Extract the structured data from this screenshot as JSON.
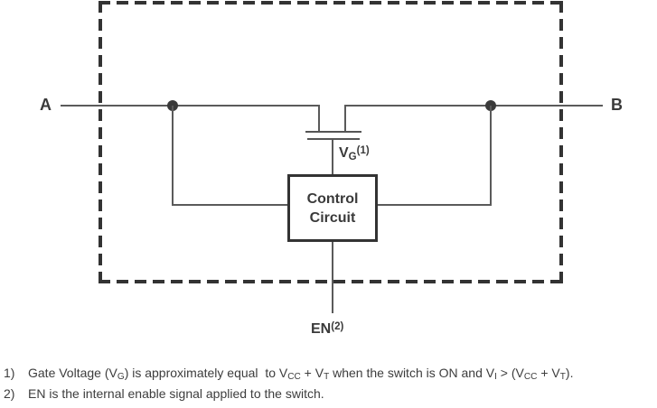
{
  "diagram": {
    "port_a": "A",
    "port_b": "B",
    "control_box": {
      "line1": "Control",
      "line2": "Circuit"
    },
    "gate_voltage_label": [
      {
        "t": "V"
      },
      {
        "t": "G",
        "s": "sub"
      },
      {
        "t": "(1)",
        "s": "sup"
      }
    ],
    "enable_label": [
      {
        "t": "EN"
      },
      {
        "t": "(2)",
        "s": "sup"
      }
    ]
  },
  "footnotes": [
    {
      "num": "1)",
      "segments": [
        {
          "t": "Gate Voltage (V"
        },
        {
          "t": "G",
          "s": "sub"
        },
        {
          "t": ") is approximately equal  to V"
        },
        {
          "t": "CC",
          "s": "sub"
        },
        {
          "t": " + V"
        },
        {
          "t": "T",
          "s": "sub"
        },
        {
          "t": " when the switch is ON and V"
        },
        {
          "t": "I",
          "s": "sub"
        },
        {
          "t": " > (V"
        },
        {
          "t": "CC",
          "s": "sub"
        },
        {
          "t": " + V"
        },
        {
          "t": "T",
          "s": "sub"
        },
        {
          "t": ")."
        }
      ]
    },
    {
      "num": "2)",
      "segments": [
        {
          "t": "EN is the internal enable signal applied to the switch."
        }
      ]
    }
  ],
  "colors": {
    "ink": "#3a3a3a",
    "boundary": "#333333",
    "wire": "#5a5a5a",
    "background": "#ffffff"
  }
}
